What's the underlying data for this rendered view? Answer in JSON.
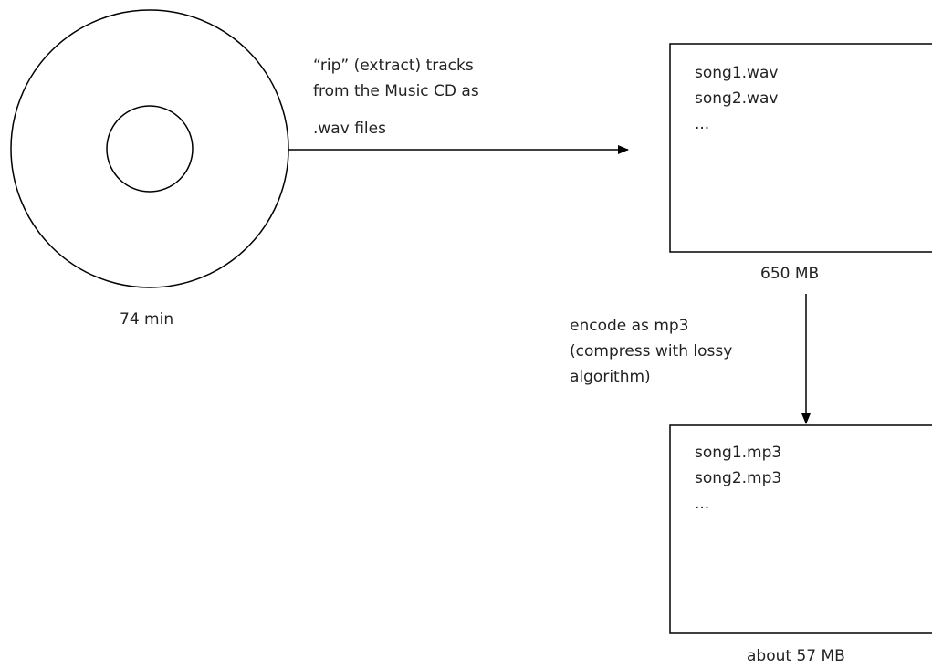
{
  "cd": {
    "caption": "74 min"
  },
  "rip_step": {
    "lines": [
      "“rip” (extract) tracks",
      "from the Music CD as",
      ".wav files"
    ]
  },
  "wav_folder": {
    "files": [
      "song1.wav",
      "song2.wav",
      "..."
    ],
    "caption": "650 MB"
  },
  "encode_step": {
    "lines": [
      "encode as mp3",
      "(compress with lossy",
      "algorithm)"
    ]
  },
  "mp3_folder": {
    "files": [
      "song1.mp3",
      "song2.mp3",
      "..."
    ],
    "caption": "about 57 MB"
  },
  "colors": {
    "stroke": "#000000",
    "text": "#222222",
    "background": "#ffffff"
  }
}
